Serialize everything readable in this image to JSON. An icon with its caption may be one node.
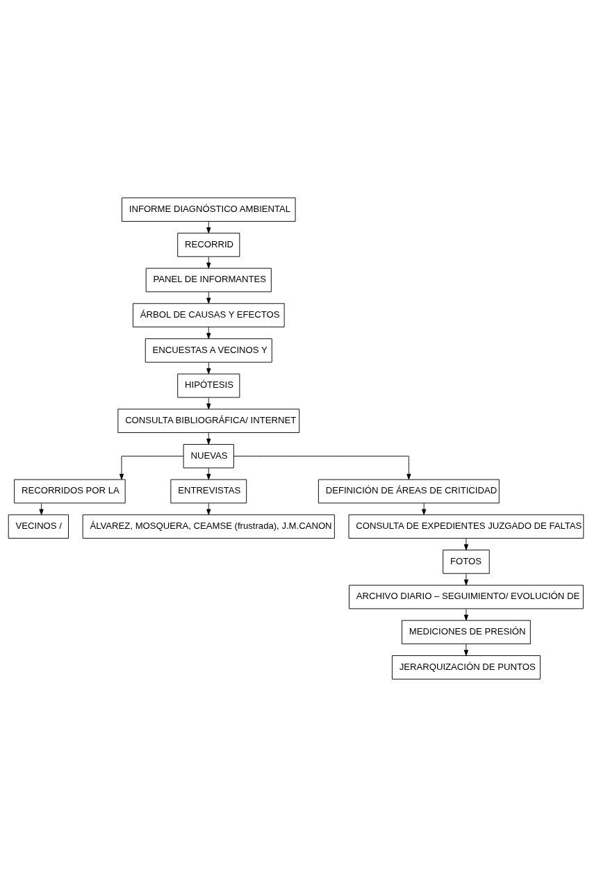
{
  "diagram": {
    "nodes": [
      {
        "text": [
          "INFORME DIAGNÓSTICO AMBIENTAL"
        ]
      },
      {
        "text": [
          "RECORRID"
        ]
      },
      {
        "text": [
          "PANEL DE INFORMANTES"
        ]
      },
      {
        "text": [
          "ÁRBOL DE CAUSAS Y EFECTOS"
        ]
      },
      {
        "text": [
          "ENCUESTAS A VECINOS Y"
        ]
      },
      {
        "text": [
          "HIPÓTESIS"
        ]
      },
      {
        "text": [
          "CONSULTA BIBLIOGRÁFICA/ INTERNET"
        ]
      },
      {
        "text": [
          "NUEVAS"
        ]
      },
      {
        "text": [
          "RECORRIDOS POR LA"
        ]
      },
      {
        "text": [
          "VECINOS /"
        ]
      },
      {
        "text": [
          "ENTREVISTAS"
        ]
      },
      {
        "text": [
          "ÁLVAREZ, MOSQUERA, CEAMSE (frustrada), J.M.CANON"
        ]
      },
      {
        "text": [
          "DEFINICIÓN DE ÁREAS DE CRITICIDAD"
        ]
      },
      {
        "text": [
          "CONSULTA DE EXPEDIENTES JUZGADO DE FALTAS"
        ]
      },
      {
        "text": [
          "FOTOS"
        ]
      },
      {
        "text": [
          "ARCHIVO DIARIO – SEGUIMIENTO/ EVOLUCIÓN DE"
        ]
      },
      {
        "text": [
          "MEDICIONES DE PRESIÓN"
        ]
      },
      {
        "text": [
          "JERARQUIZACIÓN DE PUNTOS"
        ]
      }
    ],
    "edges": [
      {
        "from": 0,
        "to": 1,
        "arrow": "to"
      },
      {
        "from": 1,
        "to": 2,
        "arrow": "to"
      },
      {
        "from": 2,
        "to": 3,
        "arrow": "to"
      },
      {
        "from": 3,
        "to": 4,
        "arrow": "to"
      },
      {
        "from": 4,
        "to": 5,
        "arrow": "to"
      },
      {
        "from": 5,
        "to": 6,
        "arrow": "to"
      },
      {
        "from": 6,
        "to": 7,
        "arrow": "to"
      },
      {
        "from": 7,
        "to": 8,
        "arrow": "to"
      },
      {
        "from": 8,
        "to": 9,
        "arrow": "to"
      },
      {
        "from": 7,
        "to": 10,
        "arrow": "to"
      },
      {
        "from": 10,
        "to": 11,
        "arrow": "to"
      },
      {
        "from": 7,
        "to": 12,
        "arrow": "to"
      },
      {
        "from": 12,
        "to": 13,
        "arrow": "to"
      },
      {
        "from": 13,
        "to": 14,
        "arrow": "to"
      },
      {
        "from": 14,
        "to": 15,
        "arrow": "to"
      },
      {
        "from": 15,
        "to": 16,
        "arrow": "to"
      },
      {
        "from": 16,
        "to": 17,
        "arrow": "to"
      }
    ]
  }
}
